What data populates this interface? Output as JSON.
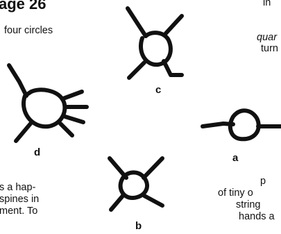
{
  "heading": "age 26",
  "left_text": {
    "top_line": "four circles",
    "bottom_lines": [
      "s a hap-",
      "spines in",
      "ment. To"
    ]
  },
  "right_text": {
    "lines": [
      "in",
      "quar",
      "turn",
      "p",
      "of tiny o",
      "string",
      "hands a"
    ]
  },
  "figure": {
    "labels": [
      "a",
      "b",
      "c",
      "d"
    ],
    "icons": [
      "circle-spines-icon"
    ],
    "ink_color": "#111111"
  }
}
